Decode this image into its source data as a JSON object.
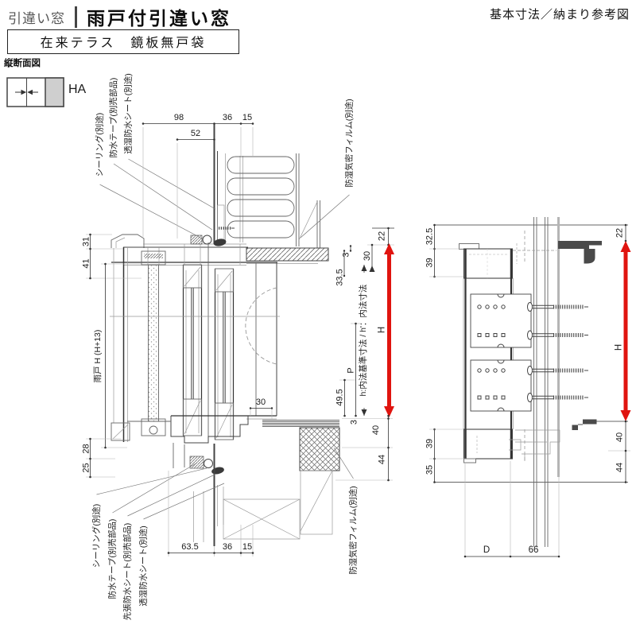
{
  "header": {
    "category": "引違い窓",
    "title": "雨戸付引違い窓",
    "ref_note": "基本寸法／納まり参考図",
    "spec_box": "在来テラス　鏡板無戸袋",
    "section_type": "縦断面図",
    "plan_code": "HA"
  },
  "left": {
    "top_labels": {
      "sealing": "シーリング(別途)",
      "tape": "防水テープ(別売部品)",
      "sheet": "透湿防水シート(別途)",
      "film": "防湿気密フィルム(別途)"
    },
    "bottom_labels": {
      "sealing": "シーリング(別途)",
      "tape": "防水テープ(別売部品)",
      "presheet": "先張防水シート(別売部品)",
      "sheet": "透湿防水シート(別途)",
      "film": "防湿気密フィルム(別途)"
    },
    "dims": {
      "d98": "98",
      "d36t": "36",
      "d15t": "15",
      "d52": "52",
      "d31": "31",
      "d41": "41",
      "amado": "雨戸 H (H+13)",
      "d28": "28",
      "d25": "25",
      "d22": "22",
      "d30": "30",
      "d3a": "3",
      "d335": "33.5",
      "uchinori": "h:内法基準寸法 / h'：内法寸法",
      "H": "H",
      "P": "P",
      "d495": "49.5",
      "d30s": "30",
      "d3b": "3",
      "d40": "40",
      "d44": "44",
      "d635": "63.5",
      "d36b": "36",
      "d15b": "15"
    }
  },
  "right": {
    "dims": {
      "d325": "32.5",
      "d39t": "39",
      "d22": "22",
      "H": "H",
      "d39b": "39",
      "d35": "35",
      "d40": "40",
      "d44": "44",
      "dD": "D",
      "d66": "66"
    }
  },
  "colors": {
    "line": "#3a3a3a",
    "light": "#8a8a8a",
    "red": "#e0140f",
    "gray_fill": "#cfcfcf"
  }
}
